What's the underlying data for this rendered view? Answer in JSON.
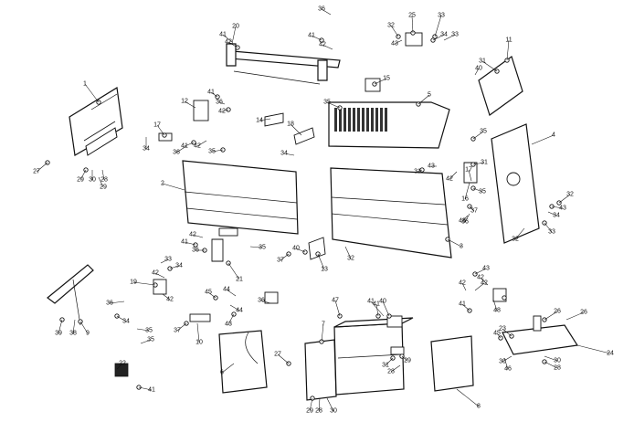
{
  "callouts": [
    "1",
    "2",
    "3",
    "4",
    "5",
    "6",
    "7",
    "8",
    "9",
    "10",
    "11",
    "12",
    "13",
    "14",
    "15",
    "16",
    "17",
    "18",
    "19",
    "20",
    "21",
    "22",
    "23",
    "24",
    "25",
    "26",
    "27",
    "28",
    "29",
    "30",
    "31",
    "32",
    "33",
    "34",
    "35",
    "36",
    "37",
    "38",
    "39",
    "40",
    "41",
    "42",
    "43",
    "44",
    "45",
    "46",
    "47",
    "48"
  ]
}
